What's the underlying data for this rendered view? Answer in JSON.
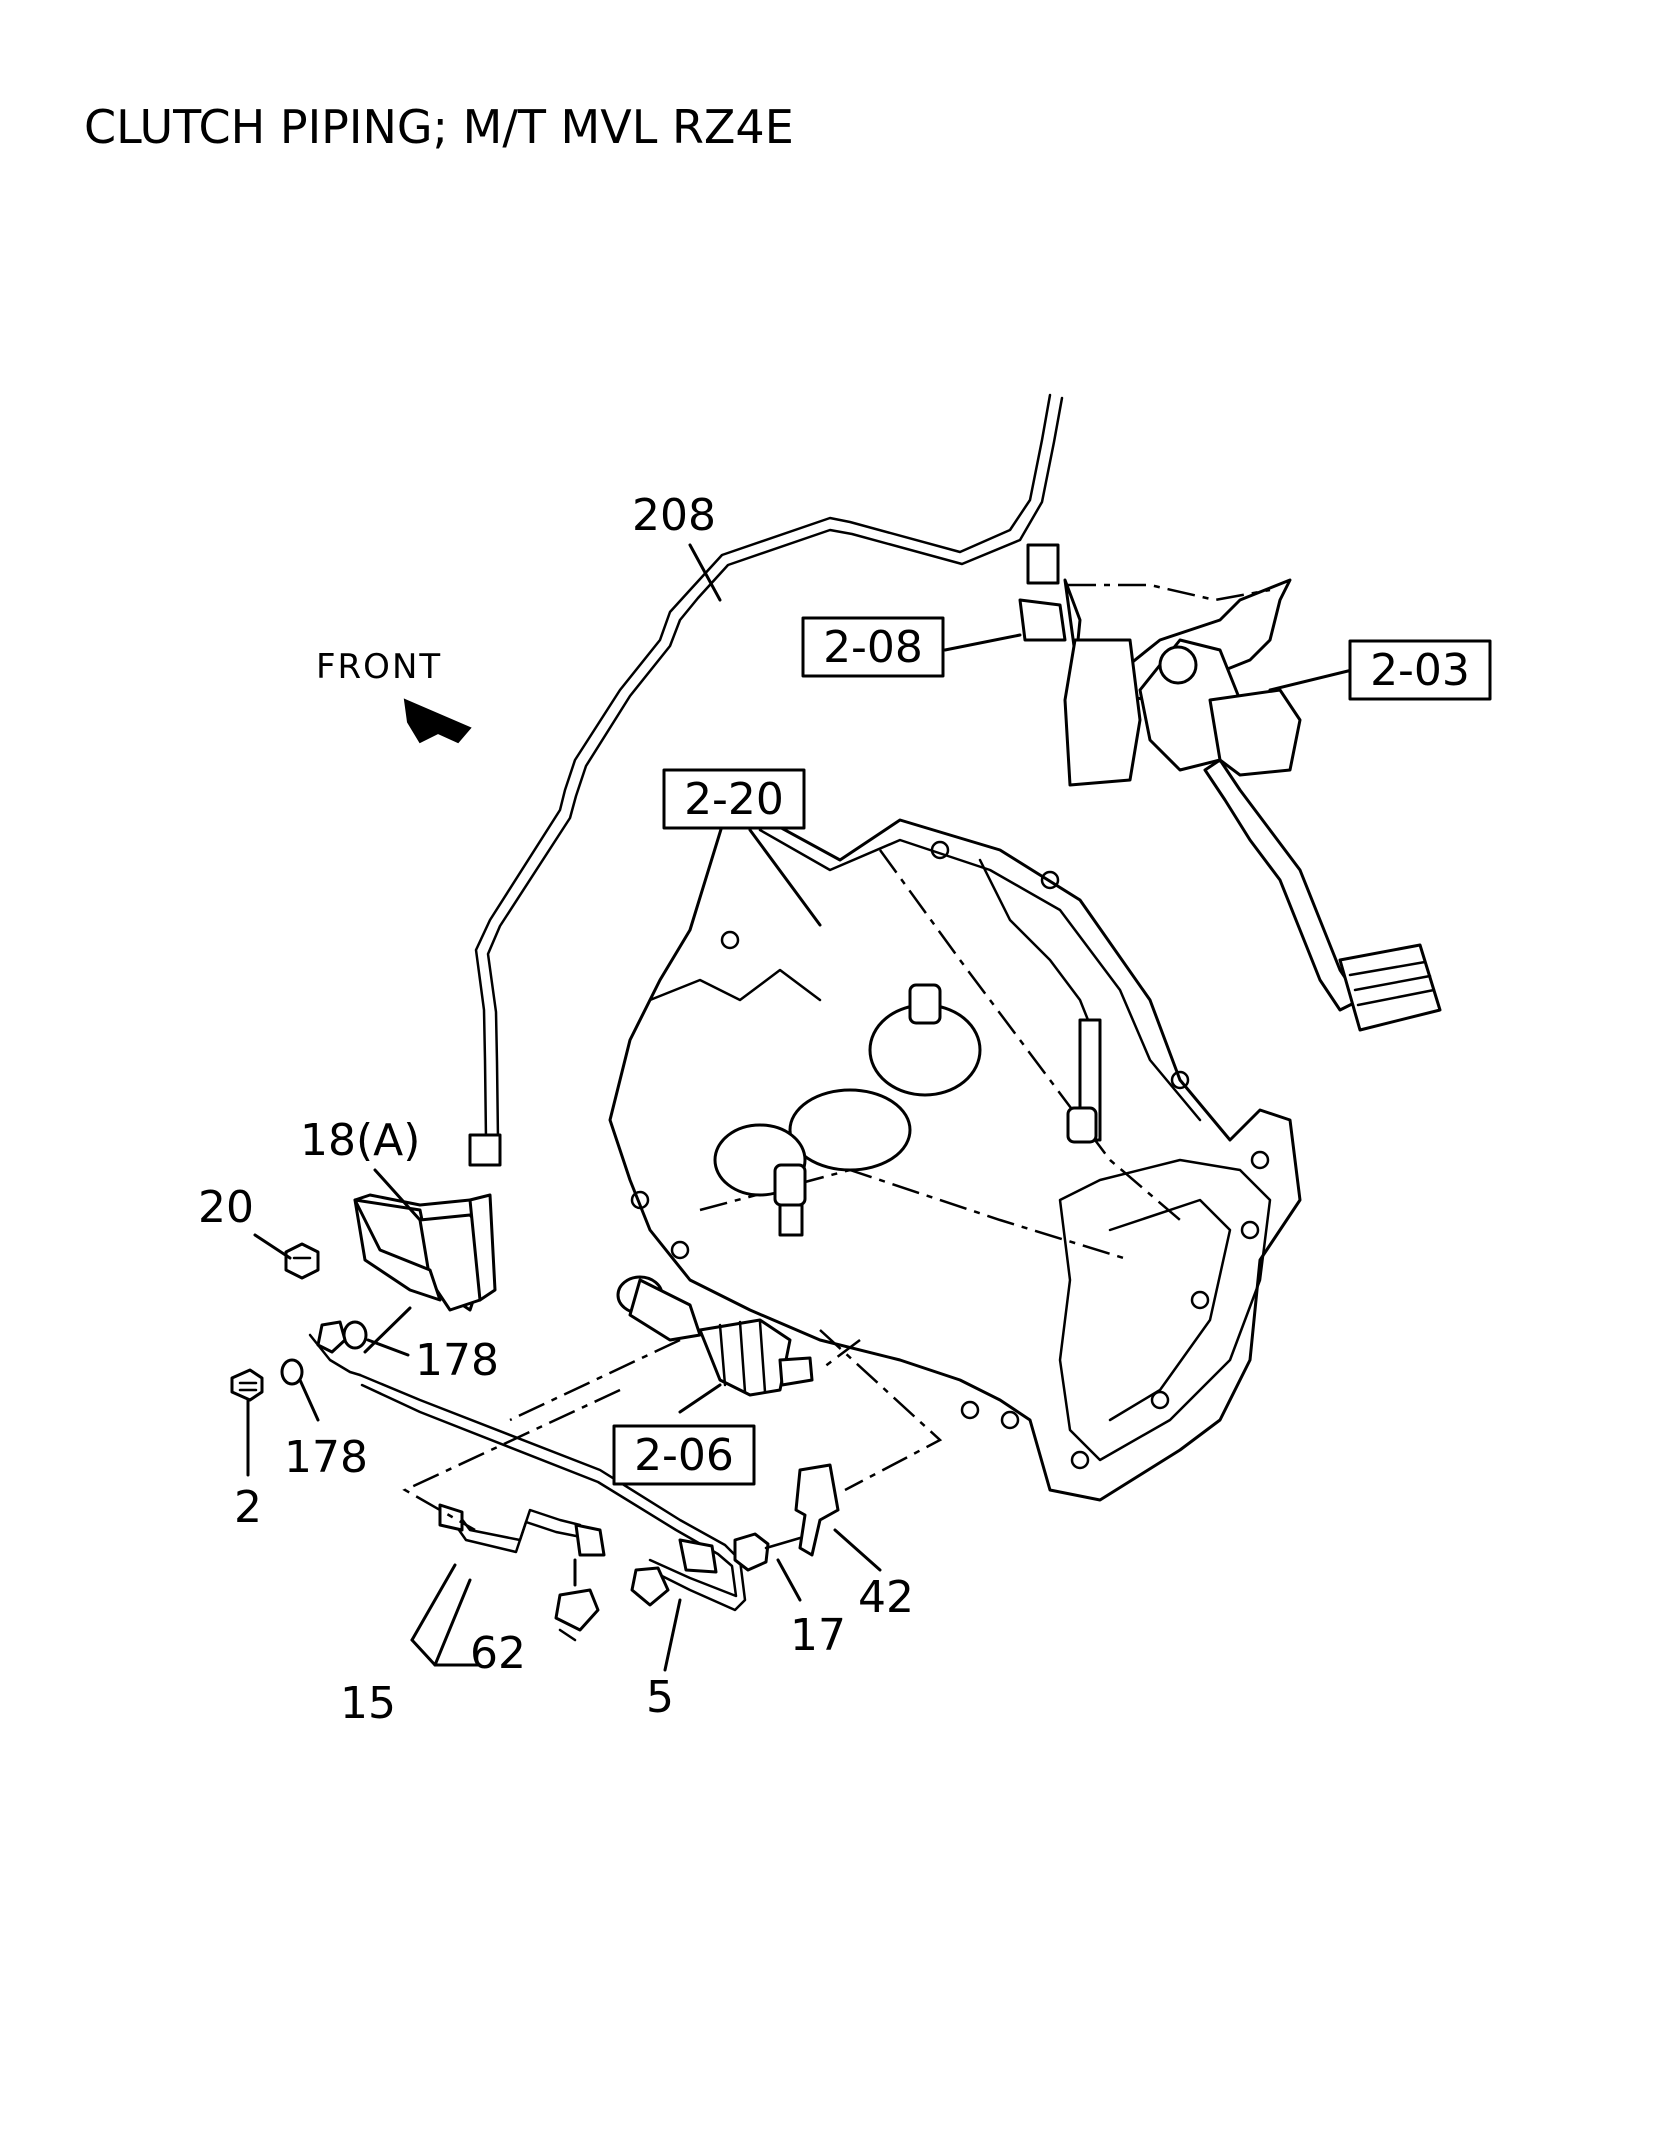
{
  "title": "CLUTCH PIPING; M/T MVL RZ4E",
  "direction_label": "FRONT",
  "reference_boxes": [
    "2-08",
    "2-03",
    "2-20",
    "2-06"
  ],
  "callouts": [
    "208",
    "18(A)",
    "20",
    "178",
    "178",
    "2",
    "15",
    "62",
    "5",
    "17",
    "42"
  ]
}
